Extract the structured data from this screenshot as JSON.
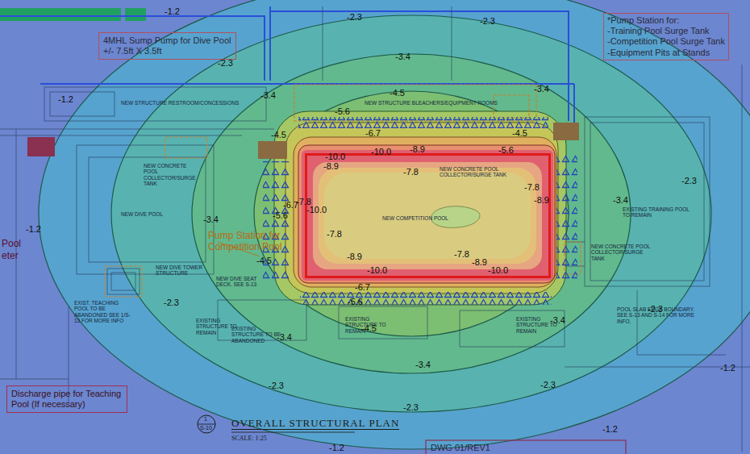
{
  "diagram": {
    "title": "OVERALL STRUCTURAL PLAN",
    "nodes": [
      {
        "text": [
          "4MHL Sump Pump for Dive Pool",
          "+/- 7.5ft X 3.5ft"
        ]
      },
      {
        "text": [
          "*Pump Station for:",
          "-Training Pool Surge Tank",
          "-Competition Pool Surge Tank",
          "-Equipment Pits at Stands"
        ]
      },
      {
        "text": [
          "Discharge pipe for Teaching Pool (If necessary)"
        ]
      },
      {
        "text": [
          "NEW COMPETITION POOL"
        ]
      }
    ],
    "labels": [
      "-1.2",
      "-1.2",
      "-1.2",
      "-1.2",
      "-1.2",
      "-1.2",
      "-2.3",
      "-2.3",
      "-2.3",
      "-2.3",
      "-2.3",
      "-2.3",
      "-2.3",
      "-2.3",
      "-2.3",
      "-3.4",
      "-3.4",
      "-3.4",
      "-3.4",
      "-3.4",
      "-3.4",
      "-3.4",
      "-3.4",
      "-4.5",
      "-4.5",
      "-4.5",
      "-4.5",
      "-4.5",
      "-5.6",
      "-5.6",
      "-5.6",
      "-5.6",
      "-6.7",
      "-6.7",
      "-6.7",
      "-7.8",
      "-7.8",
      "-7.8",
      "-7.8",
      "-7.8",
      "-8.9",
      "-8.9",
      "-8.9",
      "-8.9",
      "-8.9",
      "-10.0",
      "-10.0",
      "-10.0",
      "-10.0",
      "-10.0",
      "NEW STRUCTURE RESTROOM/CONCESSIONS",
      "NEW STRUCTURE BLEACHERS/EQUIPMENT ROOMS",
      "NEW CONCRETE POOL COLLECTOR/SURGE TANK",
      "NEW CONCRETE POOL COLLECTOR/SURGE TANK",
      "NEW DIVE POOL",
      "EXISTING TRAINING POOL TO REMAIN",
      "NEW CONCRETE POOL COLLECTOR/SURGE TANK",
      "POOL SLAB EDGE BOUNDARY. SEE S-13 AND S-14 FOR MORE INFO.",
      "NEW DIVE TOWER STRUCTURE",
      "EXIST. TEACHING POOL TO BE ABANDONED SEE 1/S-13 FOR MORE INFO",
      "EXISTING STRUCTURE TO REMAIN",
      "EXISTING STRUCTURE TO BE ABANDONED",
      "EXISTING STRUCTURE TO REMAIN",
      "EXISTING STRUCTURE TO REMAIN",
      "NEW DIVE SEAT DECK. SEE S-13",
      "Pump Station for Competition Pool",
      "SCALE: 1:25",
      "DWG 01/REV1",
      "Pool",
      "eter",
      "1",
      "S-10"
    ]
  }
}
